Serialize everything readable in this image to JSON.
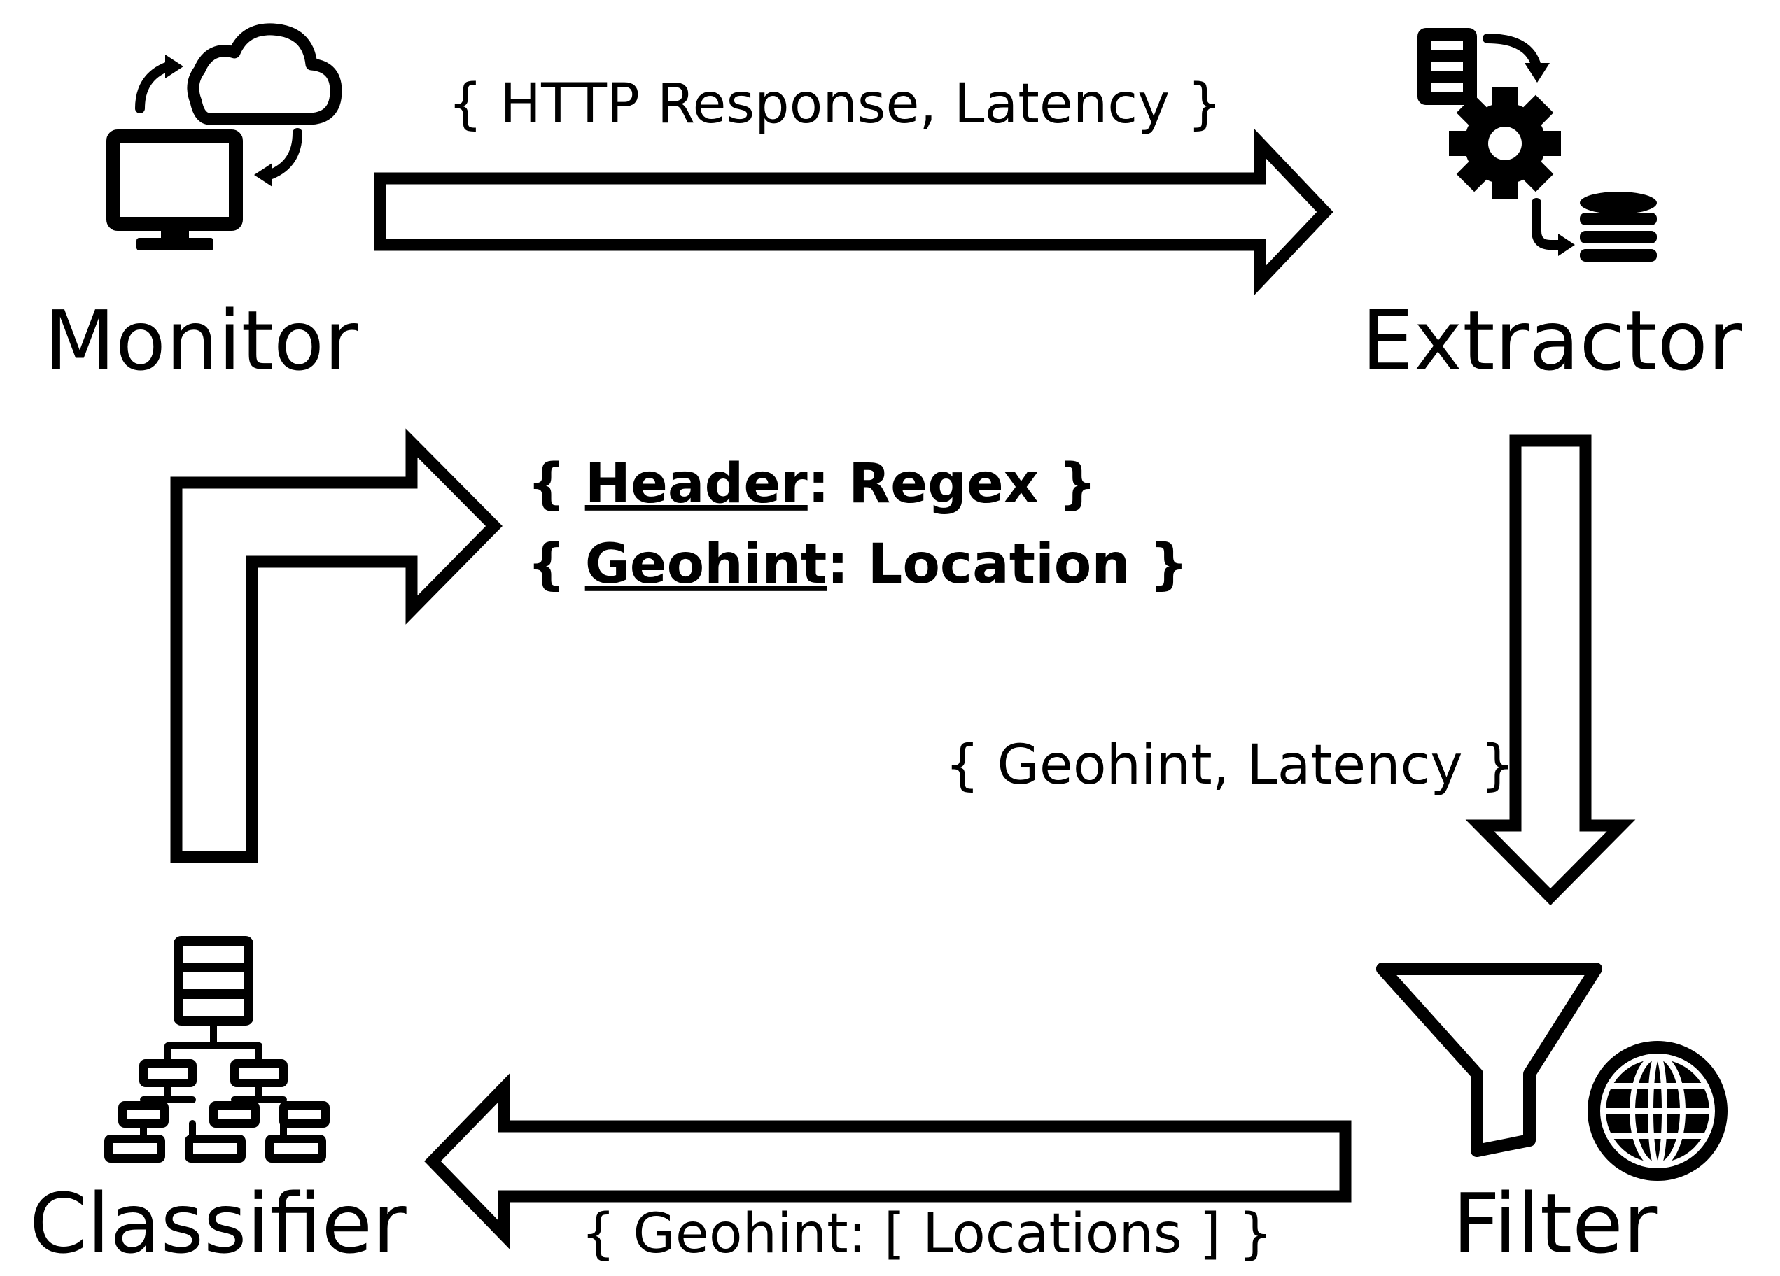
{
  "nodes": {
    "monitor": {
      "label": "Monitor",
      "icon": "monitor-cloud-sync-icon"
    },
    "extractor": {
      "label": "Extractor",
      "icon": "data-transform-gear-icon"
    },
    "filter": {
      "label": "Filter",
      "icon": "funnel-globe-icon"
    },
    "classifier": {
      "label": "Classifier",
      "icon": "decision-tree-database-icon"
    }
  },
  "edges": {
    "monitor_to_extractor": {
      "label": "{ HTTP Response, Latency }"
    },
    "extractor_to_filter": {
      "label": "{ Geohint, Latency }"
    },
    "filter_to_classifier": {
      "label": "{ Geohint: [ Locations ] }"
    },
    "classifier_to_monitor": {
      "line1": {
        "open": "{ ",
        "key": "Header",
        "rest": ": Regex }"
      },
      "line2": {
        "open": "{ ",
        "key": "Geohint",
        "rest": ": Location }"
      }
    }
  },
  "colors": {
    "stroke": "#000000",
    "background": "#ffffff"
  }
}
